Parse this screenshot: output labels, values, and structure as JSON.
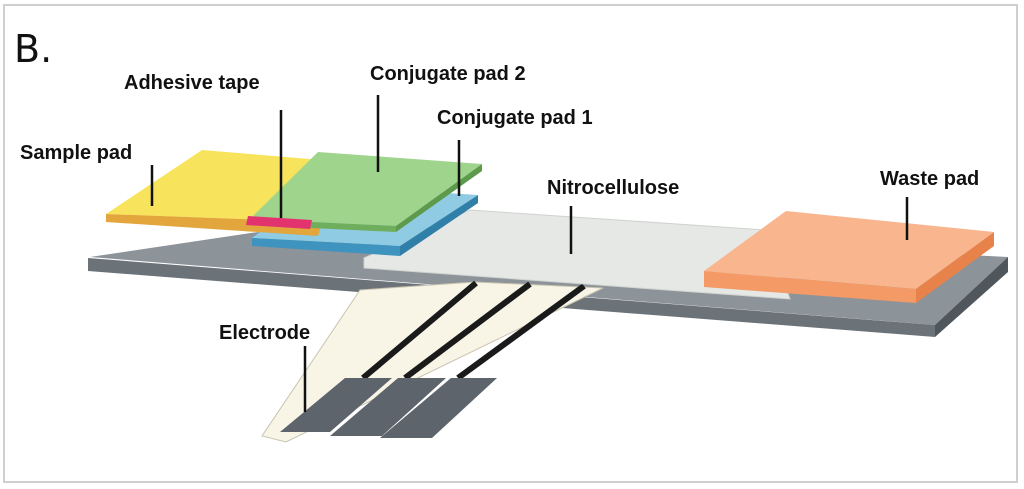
{
  "panel_label": "B.",
  "labels": {
    "adhesive_tape": "Adhesive tape",
    "conjugate_pad_2": "Conjugate pad 2",
    "conjugate_pad_1": "Conjugate pad 1",
    "sample_pad": "Sample pad",
    "nitrocellulose": "Nitrocellulose",
    "waste_pad": "Waste pad",
    "electrode": "Electrode"
  },
  "colors": {
    "backing": "#8c9399",
    "backing_dark": "#5e656b",
    "sample_pad": "#f7e45c",
    "sample_pad_edge": "#e3a63c",
    "adhesive_tape": "#e2336f",
    "conjugate_pad_2": "#9fd48c",
    "conjugate_pad_2_edge": "#6fae5c",
    "conjugate_pad_1": "#8fcbe2",
    "conjugate_pad_1_edge": "#3f93bf",
    "nitrocellulose": "#e6e8e6",
    "waste_pad": "#f9b58e",
    "waste_pad_edge": "#f39a66",
    "electrode_strip": "#f8f5e6",
    "electrode_line": "#1a1a1a",
    "electrode_contact": "#5d646b"
  }
}
